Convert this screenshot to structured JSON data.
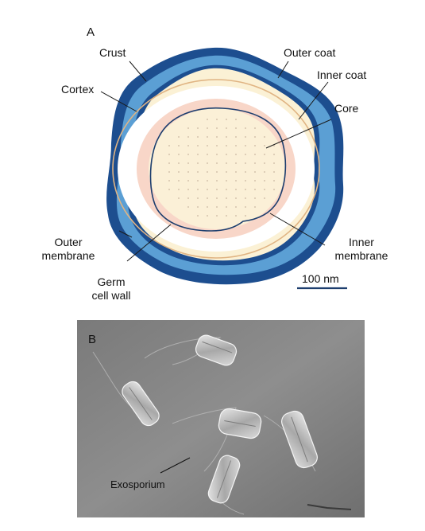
{
  "panel_a": {
    "letter": "A",
    "labels": {
      "crust": "Crust",
      "outer_coat": "Outer coat",
      "inner_coat": "Inner coat",
      "cortex": "Cortex",
      "core": "Core",
      "outer_membrane_l1": "Outer",
      "outer_membrane_l2": "membrane",
      "inner_membrane_l1": "Inner",
      "inner_membrane_l2": "membrane",
      "germ_cell_wall_l1": "Germ",
      "germ_cell_wall_l2": "cell wall"
    },
    "scale_bar": "100 nm",
    "colors": {
      "crust": "#1d4e8f",
      "outer_coat": "#5b9fd4",
      "inner_coat": "#1d4e8f",
      "cortex": "#fbf1d5",
      "outer_membrane": "#e0b483",
      "germ_cell_wall": "#f8d6c8",
      "core": "#fbf0d7",
      "inner_membrane": "#1d3e6e"
    }
  },
  "panel_b": {
    "letter": "B",
    "label": "Exosporium"
  }
}
